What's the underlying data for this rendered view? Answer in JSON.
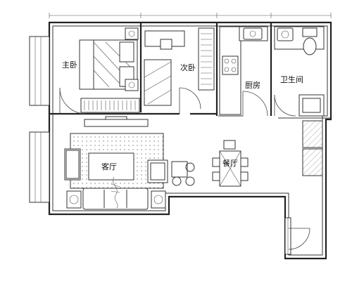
{
  "rooms": {
    "master_bedroom": "主卧",
    "second_bedroom": "次卧",
    "kitchen": "厨房",
    "bathroom": "卫生间",
    "living_room": "客厅",
    "dining_room": "餐厅"
  },
  "colors": {
    "line": "#222222",
    "background": "#ffffff",
    "rug_dot": "#888888"
  },
  "icons": [
    "bed-icon",
    "sofa-icon",
    "dining-table-icon",
    "stove-icon",
    "sink-icon",
    "toilet-icon",
    "wardrobe-icon",
    "tv-cabinet-icon",
    "plant-icon"
  ]
}
